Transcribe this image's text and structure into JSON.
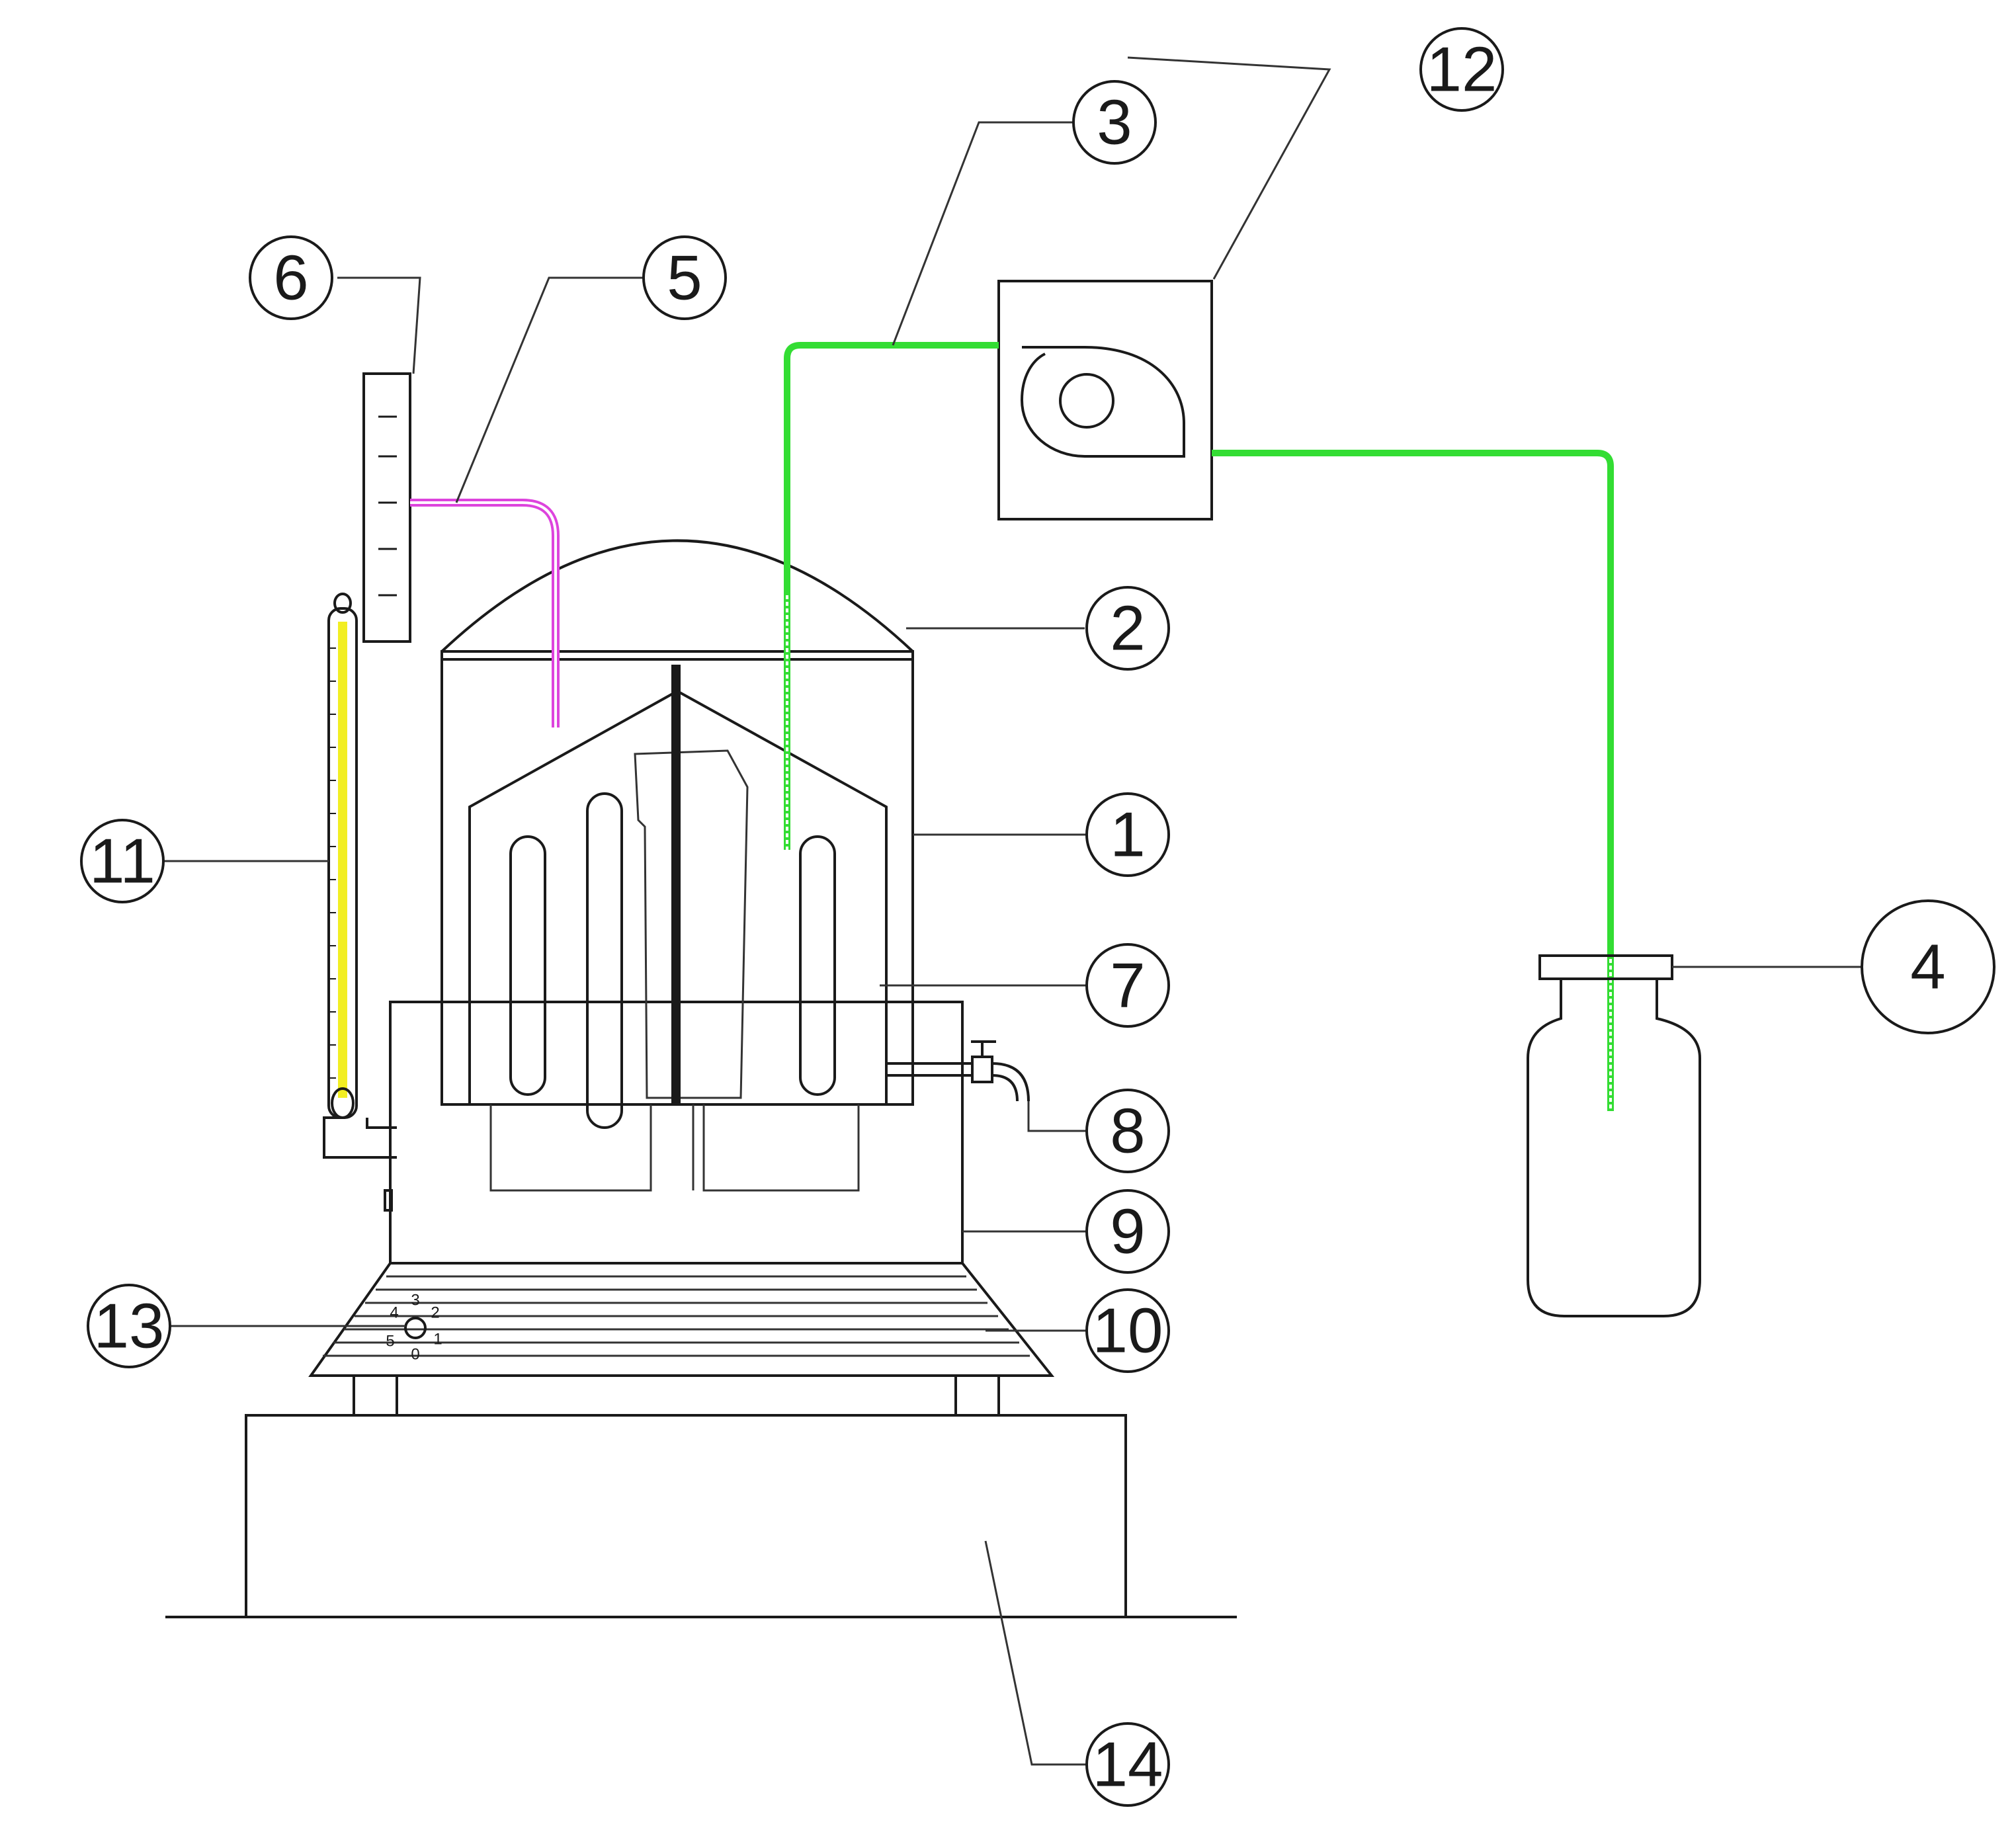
{
  "colors": {
    "line": "#1a1a1a",
    "air_tube": "#33dd33",
    "vent_tube": "#dd44dd",
    "thermometer_fill": "#f2ee22"
  },
  "callouts": [
    {
      "id": "1",
      "label": "1"
    },
    {
      "id": "2",
      "label": "2"
    },
    {
      "id": "3",
      "label": "3"
    },
    {
      "id": "4",
      "label": "4"
    },
    {
      "id": "5",
      "label": "5"
    },
    {
      "id": "6",
      "label": "6"
    },
    {
      "id": "7",
      "label": "7"
    },
    {
      "id": "8",
      "label": "8"
    },
    {
      "id": "9",
      "label": "9"
    },
    {
      "id": "10",
      "label": "10"
    },
    {
      "id": "11",
      "label": "11"
    },
    {
      "id": "12",
      "label": "12"
    },
    {
      "id": "13",
      "label": "13"
    },
    {
      "id": "14",
      "label": "14"
    }
  ],
  "dial": {
    "marks": [
      "0",
      "1",
      "2",
      "3",
      "4",
      "5"
    ]
  }
}
